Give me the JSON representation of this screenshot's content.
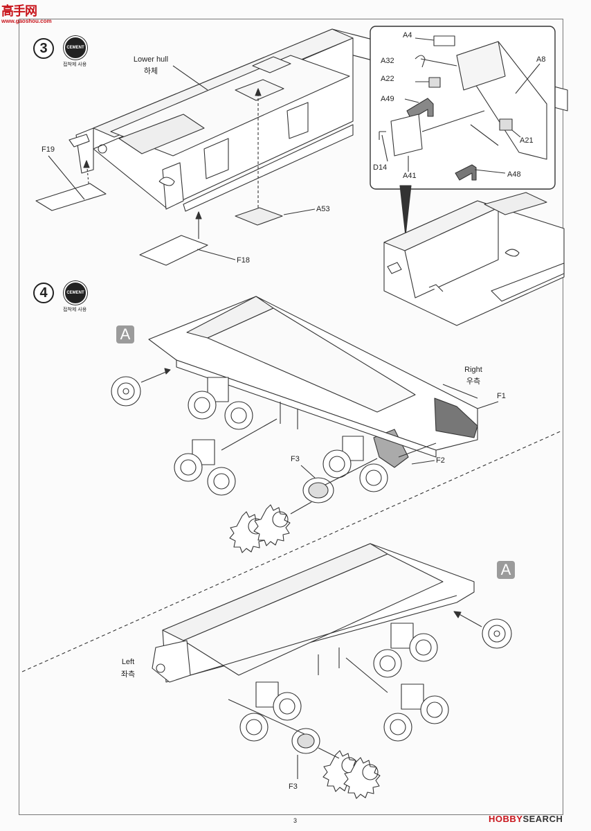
{
  "watermark": {
    "big": "高手网",
    "small": "www.gaoshou.com"
  },
  "steps": [
    {
      "number": "3",
      "cement_badge": "CEMENT",
      "cement_kr": "접착제 사용"
    },
    {
      "number": "4",
      "cement_badge": "CEMENT",
      "cement_kr": "접착제 사용"
    }
  ],
  "step3": {
    "lower_hull_en": "Lower hull",
    "lower_hull_kr": "하체",
    "parts": {
      "f19": "F19",
      "a53": "A53",
      "f18": "F18"
    },
    "detail_parts": {
      "a4": "A4",
      "a32": "A32",
      "a22": "A22",
      "a49": "A49",
      "a8": "A8",
      "a21": "A21",
      "d14": "D14",
      "a41": "A41",
      "a48": "A48"
    }
  },
  "step4": {
    "right_en": "Right",
    "right_kr": "우측",
    "left_en": "Left",
    "left_kr": "좌측",
    "parts": {
      "f1": "F1",
      "f2": "F2",
      "f3_top": "F3",
      "f3_bottom": "F3"
    },
    "subassembly_top": "A",
    "subassembly_bottom": "A"
  },
  "footer": {
    "page_number": "3",
    "brand_mark": "HOBBY",
    "brand_rest": "SEARCH"
  }
}
